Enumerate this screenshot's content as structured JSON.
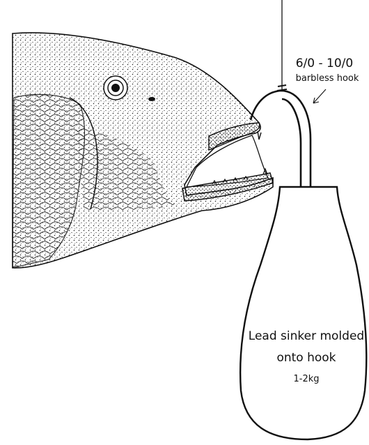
{
  "annotations": {
    "hook_size": "6/0 - 10/0",
    "hook_type": "barbless hook",
    "sinker_line1": "Lead sinker molded",
    "sinker_line2": "onto hook",
    "sinker_weight": "1-2kg"
  },
  "colors": {
    "ink": "#111111",
    "background": "#ffffff"
  }
}
